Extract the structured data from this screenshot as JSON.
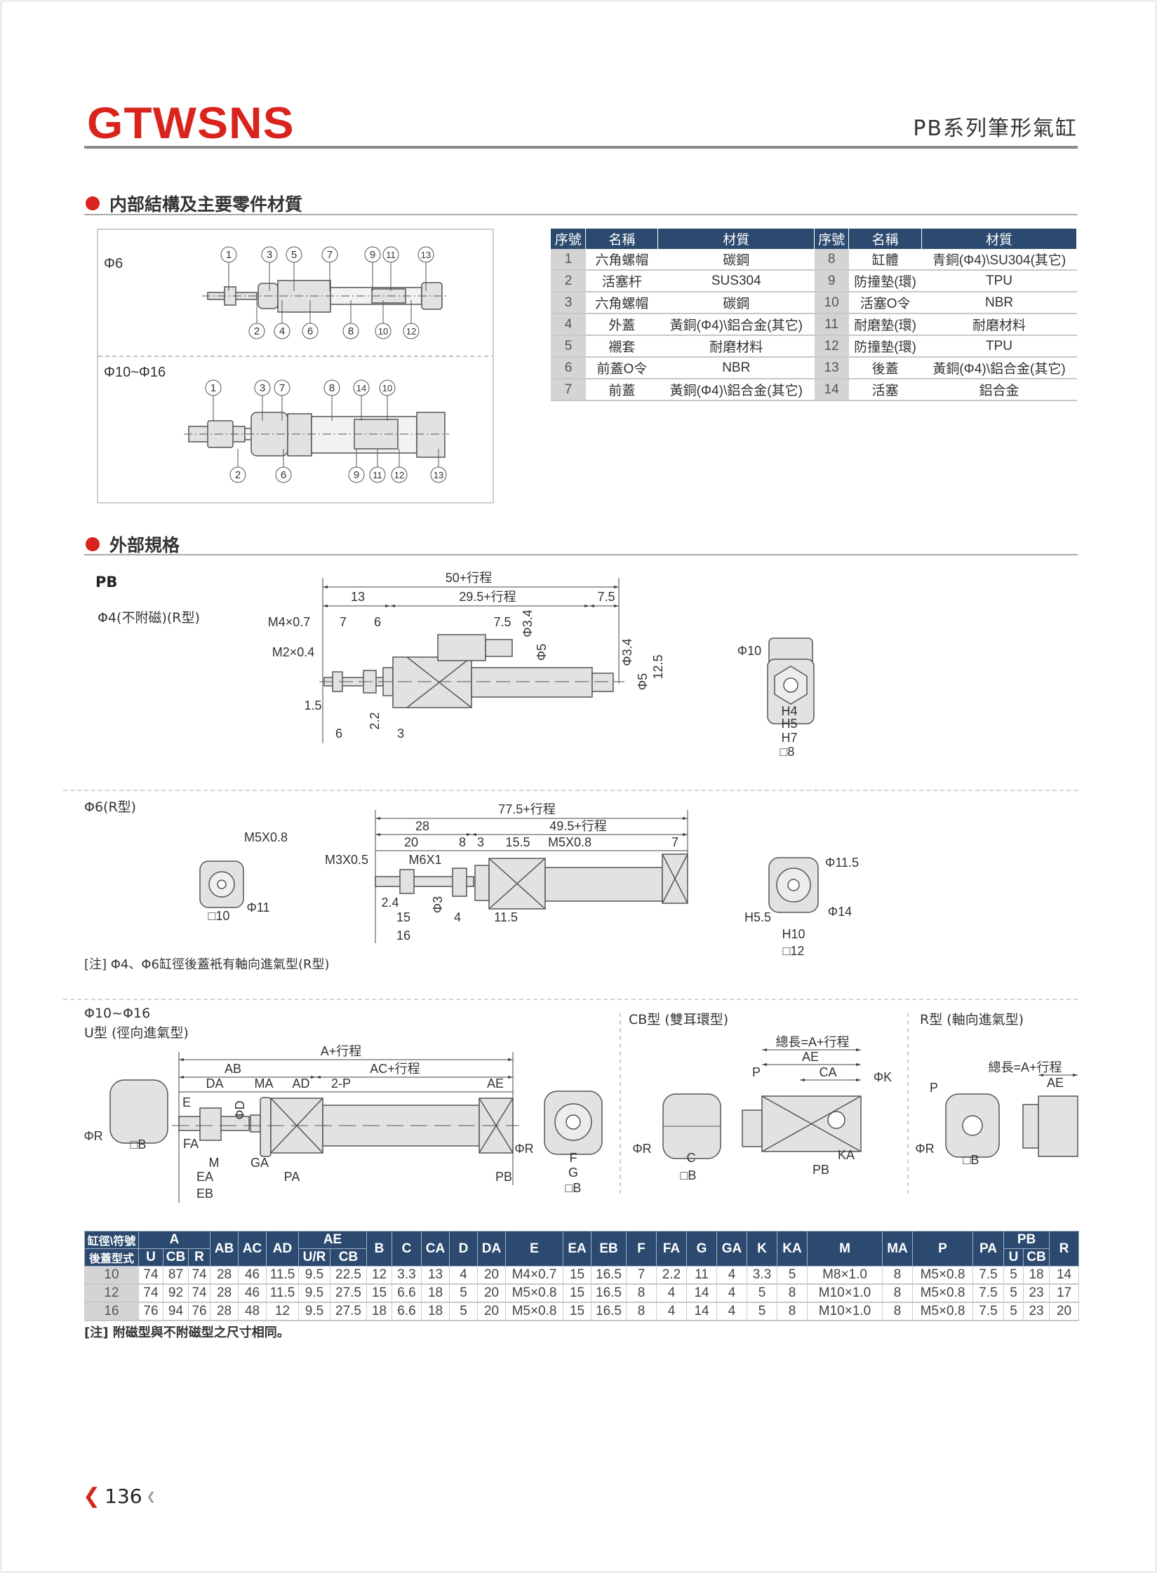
{
  "header": {
    "logo": "GTWSNS",
    "title": "PB系列筆形氣缸"
  },
  "section_internal": {
    "title": "内部結構及主要零件材質",
    "diagram": {
      "phi6_label": "Φ6",
      "phi10_label": "Φ10~Φ16",
      "phi6_top": [
        "1",
        "3",
        "5",
        "7",
        "9",
        "11",
        "13"
      ],
      "phi6_bottom": [
        "2",
        "4",
        "6",
        "8",
        "10",
        "12"
      ],
      "phi10_top": [
        "1",
        "3",
        "7",
        "8",
        "14",
        "10"
      ],
      "phi10_bottom": [
        "2",
        "6",
        "9",
        "11",
        "12",
        "13"
      ]
    },
    "parts_table": {
      "headers": [
        "序號",
        "名稱",
        "材質",
        "序號",
        "名稱",
        "材質"
      ],
      "rows": [
        [
          "1",
          "六角螺帽",
          "碳鋼",
          "8",
          "缸體",
          "青銅(Φ4)\\SU304(其它)"
        ],
        [
          "2",
          "活塞杆",
          "SUS304",
          "9",
          "防撞墊(環)",
          "TPU"
        ],
        [
          "3",
          "六角螺帽",
          "碳鋼",
          "10",
          "活塞O令",
          "NBR"
        ],
        [
          "4",
          "外蓋",
          "黃銅(Φ4)\\鋁合金(其它)",
          "11",
          "耐磨墊(環)",
          "耐磨材料"
        ],
        [
          "5",
          "襯套",
          "耐磨材料",
          "12",
          "防撞墊(環)",
          "TPU"
        ],
        [
          "6",
          "前蓋O令",
          "NBR",
          "13",
          "後蓋",
          "黃銅(Φ4)\\鋁合金(其它)"
        ],
        [
          "7",
          "前蓋",
          "黃銅(Φ4)\\鋁合金(其它)",
          "14",
          "活塞",
          "鋁合金"
        ]
      ]
    }
  },
  "section_external": {
    "title": "外部規格",
    "pb": {
      "model": "PB",
      "variant": "Φ4(不附磁)(R型)",
      "dims": [
        "50+行程",
        "13",
        "29.5+行程",
        "7.5",
        "M4×0.7",
        "7",
        "6",
        "7.5",
        "Φ3.4",
        "M2×0.4",
        "Φ5",
        "Φ3.4",
        "Φ5",
        "12.5",
        "1.5",
        "2.2",
        "6",
        "3",
        "Φ10",
        "H4",
        "H5",
        "H7",
        "□8"
      ]
    },
    "phi6": {
      "variant": "Φ6(R型)",
      "dims": [
        "M5X0.8",
        "Φ11",
        "□10",
        "77.5+行程",
        "28",
        "49.5+行程",
        "20",
        "8",
        "3",
        "15.5",
        "M5X0.8",
        "7",
        "M3X0.5",
        "M6X1",
        "2.4",
        "Φ3",
        "15",
        "4",
        "11.5",
        "16",
        "Φ11.5",
        "Φ14",
        "H5.5",
        "H10",
        "□12"
      ],
      "note": "[注] Φ4、Φ6缸徑後蓋衹有軸向進氣型(R型)"
    },
    "phi10": {
      "bore_label": "Φ10~Φ16",
      "u_label": "U型 (徑向進氣型)",
      "cb_label": "CB型 (雙耳環型)",
      "r_label": "R型 (軸向進氣型)",
      "dims": [
        "ΦR",
        "□B",
        "A+行程",
        "AB",
        "AC+行程",
        "DA",
        "MA",
        "AD",
        "2-P",
        "AE",
        "E",
        "ΦD",
        "FA",
        "M",
        "GA",
        "EA",
        "PA",
        "PB",
        "EB",
        "ΦR",
        "F",
        "G",
        "□B",
        "ΦR",
        "C",
        "□B",
        "總長=A+行程",
        "AE",
        "CA",
        "P",
        "ΦK",
        "KA",
        "PB",
        "P",
        "ΦR",
        "□B",
        "總長=A+行程",
        "AE"
      ]
    },
    "dim_table": {
      "header_row1": [
        "缸徑\\符號",
        "A",
        "AB",
        "AC",
        "AD",
        "AE",
        "B",
        "C",
        "CA",
        "D",
        "DA",
        "E",
        "EA",
        "EB",
        "F",
        "FA",
        "G",
        "GA",
        "K",
        "KA",
        "M",
        "MA",
        "P",
        "PA",
        "PB",
        "R"
      ],
      "header_row2": [
        "後蓋型式",
        "U",
        "CB",
        "R",
        "U/R",
        "CB",
        "U",
        "CB"
      ],
      "rows": [
        [
          "10",
          "74",
          "87",
          "74",
          "28",
          "46",
          "11.5",
          "9.5",
          "22.5",
          "12",
          "3.3",
          "13",
          "4",
          "20",
          "M4×0.7",
          "15",
          "16.5",
          "7",
          "2.2",
          "11",
          "4",
          "3.3",
          "5",
          "M8×1.0",
          "8",
          "M5×0.8",
          "7.5",
          "5",
          "18",
          "14"
        ],
        [
          "12",
          "74",
          "92",
          "74",
          "28",
          "46",
          "11.5",
          "9.5",
          "27.5",
          "15",
          "6.6",
          "18",
          "5",
          "20",
          "M5×0.8",
          "15",
          "16.5",
          "8",
          "4",
          "14",
          "4",
          "5",
          "8",
          "M10×1.0",
          "8",
          "M5×0.8",
          "7.5",
          "5",
          "23",
          "17"
        ],
        [
          "16",
          "76",
          "94",
          "76",
          "28",
          "48",
          "12",
          "9.5",
          "27.5",
          "18",
          "6.6",
          "18",
          "5",
          "20",
          "M5×0.8",
          "15",
          "16.5",
          "8",
          "4",
          "14",
          "4",
          "5",
          "8",
          "M10×1.0",
          "8",
          "M5×0.8",
          "7.5",
          "5",
          "23",
          "20"
        ]
      ],
      "note": "[注] 附磁型與不附磁型之尺寸相同。"
    }
  },
  "footer": {
    "page_number": "136"
  },
  "colors": {
    "brand_red": "#d9241d",
    "table_header": "#2c4a6f",
    "seq_gray": "#d4d4d4"
  }
}
